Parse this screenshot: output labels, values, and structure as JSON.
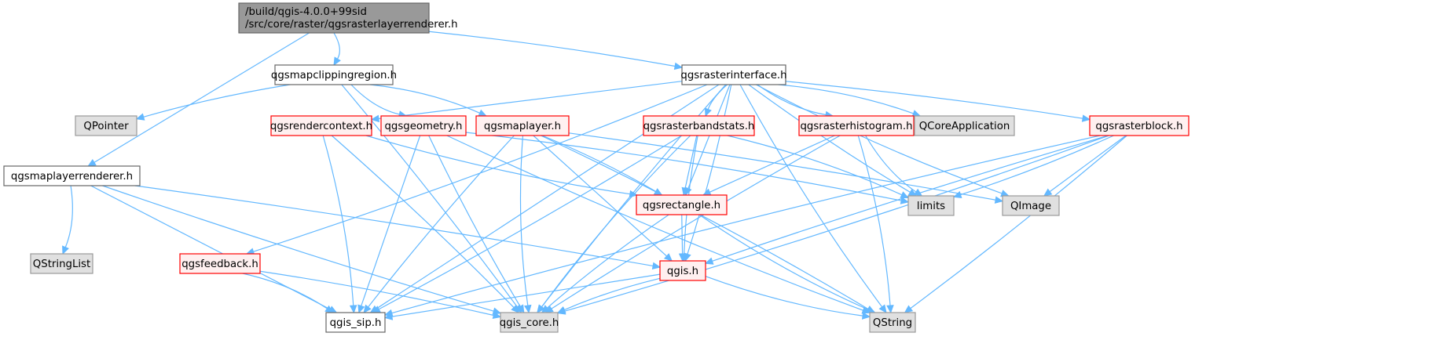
{
  "title": "Include dependency graph for qgsrasterlayerrenderer.h",
  "colors": {
    "root_fill": "#999999",
    "root_stroke": "#666666",
    "normal_fill": "#ffffff",
    "normal_stroke": "#666666",
    "truncated_fill": "#fff0f0",
    "truncated_stroke": "#ff0000",
    "system_fill": "#e0e0e0",
    "system_stroke": "#999999",
    "edge": "#63b8ff"
  },
  "nodes": [
    {
      "id": "root",
      "label": [
        "/build/qgis-4.0.0+99sid",
        "/src/core/raster/qgsrasterlayerrenderer.h"
      ],
      "kind": "root"
    },
    {
      "id": "qgsmapclippingregion",
      "label": [
        "qgsmapclippingregion.h"
      ],
      "kind": "normal"
    },
    {
      "id": "qgsrasterinterface",
      "label": [
        "qgsrasterinterface.h"
      ],
      "kind": "normal"
    },
    {
      "id": "qgsmaplayerrenderer",
      "label": [
        "qgsmaplayerrenderer.h"
      ],
      "kind": "normal"
    },
    {
      "id": "QPointer",
      "label": [
        "QPointer"
      ],
      "kind": "system"
    },
    {
      "id": "qgsrendercontext",
      "label": [
        "qgsrendercontext.h"
      ],
      "kind": "truncated"
    },
    {
      "id": "qgsgeometry",
      "label": [
        "qgsgeometry.h"
      ],
      "kind": "truncated"
    },
    {
      "id": "qgsmaplayer",
      "label": [
        "qgsmaplayer.h"
      ],
      "kind": "truncated"
    },
    {
      "id": "qgsrasterbandstats",
      "label": [
        "qgsrasterbandstats.h"
      ],
      "kind": "truncated"
    },
    {
      "id": "qgsrasterhistogram",
      "label": [
        "qgsrasterhistogram.h"
      ],
      "kind": "truncated"
    },
    {
      "id": "QCoreApplication",
      "label": [
        "QCoreApplication"
      ],
      "kind": "system"
    },
    {
      "id": "qgsrasterblock",
      "label": [
        "qgsrasterblock.h"
      ],
      "kind": "truncated"
    },
    {
      "id": "qgsrectangle",
      "label": [
        "qgsrectangle.h"
      ],
      "kind": "truncated"
    },
    {
      "id": "limits",
      "label": [
        "limits"
      ],
      "kind": "system"
    },
    {
      "id": "QImage",
      "label": [
        "QImage"
      ],
      "kind": "system"
    },
    {
      "id": "QStringList",
      "label": [
        "QStringList"
      ],
      "kind": "system"
    },
    {
      "id": "qgsfeedback",
      "label": [
        "qgsfeedback.h"
      ],
      "kind": "truncated"
    },
    {
      "id": "qgis",
      "label": [
        "qgis.h"
      ],
      "kind": "truncated"
    },
    {
      "id": "qgis_sip",
      "label": [
        "qgis_sip.h"
      ],
      "kind": "normal"
    },
    {
      "id": "qgis_core",
      "label": [
        "qgis_core.h"
      ],
      "kind": "system"
    },
    {
      "id": "QString",
      "label": [
        "QString"
      ],
      "kind": "system"
    }
  ],
  "edges": [
    [
      "root",
      "qgsmapclippingregion"
    ],
    [
      "root",
      "qgsrasterinterface"
    ],
    [
      "root",
      "qgsmaplayerrenderer"
    ],
    [
      "qgsmapclippingregion",
      "QPointer"
    ],
    [
      "qgsmapclippingregion",
      "qgsgeometry"
    ],
    [
      "qgsmapclippingregion",
      "qgsmaplayer"
    ],
    [
      "qgsmapclippingregion",
      "qgis_core"
    ],
    [
      "qgsrasterinterface",
      "qgsrendercontext"
    ],
    [
      "qgsrasterinterface",
      "qgsrasterbandstats"
    ],
    [
      "qgsrasterinterface",
      "qgsrasterhistogram"
    ],
    [
      "qgsrasterinterface",
      "QCoreApplication"
    ],
    [
      "qgsrasterinterface",
      "qgsrasterblock"
    ],
    [
      "qgsrasterinterface",
      "qgsrectangle"
    ],
    [
      "qgsrasterinterface",
      "limits"
    ],
    [
      "qgsrasterinterface",
      "QImage"
    ],
    [
      "qgsrasterinterface",
      "qgsfeedback"
    ],
    [
      "qgsrasterinterface",
      "qgis"
    ],
    [
      "qgsrasterinterface",
      "qgis_sip"
    ],
    [
      "qgsrasterinterface",
      "qgis_core"
    ],
    [
      "qgsrasterinterface",
      "QString"
    ],
    [
      "qgsmaplayerrenderer",
      "QStringList"
    ],
    [
      "qgsmaplayerrenderer",
      "qgis"
    ],
    [
      "qgsmaplayerrenderer",
      "qgis_sip"
    ],
    [
      "qgsmaplayerrenderer",
      "qgis_core"
    ],
    [
      "qgsrendercontext",
      "qgsrectangle"
    ],
    [
      "qgsrendercontext",
      "qgis_sip"
    ],
    [
      "qgsrendercontext",
      "qgis_core"
    ],
    [
      "qgsgeometry",
      "qgis_sip"
    ],
    [
      "qgsgeometry",
      "qgis_core"
    ],
    [
      "qgsgeometry",
      "QString"
    ],
    [
      "qgsgeometry",
      "limits"
    ],
    [
      "qgsmaplayer",
      "qgsrectangle"
    ],
    [
      "qgsmaplayer",
      "qgis"
    ],
    [
      "qgsmaplayer",
      "qgis_sip"
    ],
    [
      "qgsmaplayer",
      "qgis_core"
    ],
    [
      "qgsmaplayer",
      "QString"
    ],
    [
      "qgsmaplayer",
      "QImage"
    ],
    [
      "qgsrasterbandstats",
      "qgsrectangle"
    ],
    [
      "qgsrasterbandstats",
      "qgis"
    ],
    [
      "qgsrasterbandstats",
      "qgis_core"
    ],
    [
      "qgsrasterbandstats",
      "limits"
    ],
    [
      "qgsrasterbandstats",
      "qgis_sip"
    ],
    [
      "qgsrasterhistogram",
      "qgsrectangle"
    ],
    [
      "qgsrasterhistogram",
      "qgis_core"
    ],
    [
      "qgsrasterhistogram",
      "limits"
    ],
    [
      "qgsrasterhistogram",
      "QString"
    ],
    [
      "qgsrasterblock",
      "limits"
    ],
    [
      "qgsrasterblock",
      "QImage"
    ],
    [
      "qgsrasterblock",
      "qgis"
    ],
    [
      "qgsrasterblock",
      "qgis_sip"
    ],
    [
      "qgsrasterblock",
      "qgis_core"
    ],
    [
      "qgsrasterblock",
      "QString"
    ],
    [
      "qgsrectangle",
      "qgis"
    ],
    [
      "qgsrectangle",
      "qgis_core"
    ],
    [
      "qgsrectangle",
      "QString"
    ],
    [
      "qgsfeedback",
      "qgis_sip"
    ],
    [
      "qgsfeedback",
      "qgis_core"
    ],
    [
      "qgis",
      "qgis_sip"
    ],
    [
      "qgis",
      "qgis_core"
    ],
    [
      "qgis",
      "QString"
    ]
  ]
}
